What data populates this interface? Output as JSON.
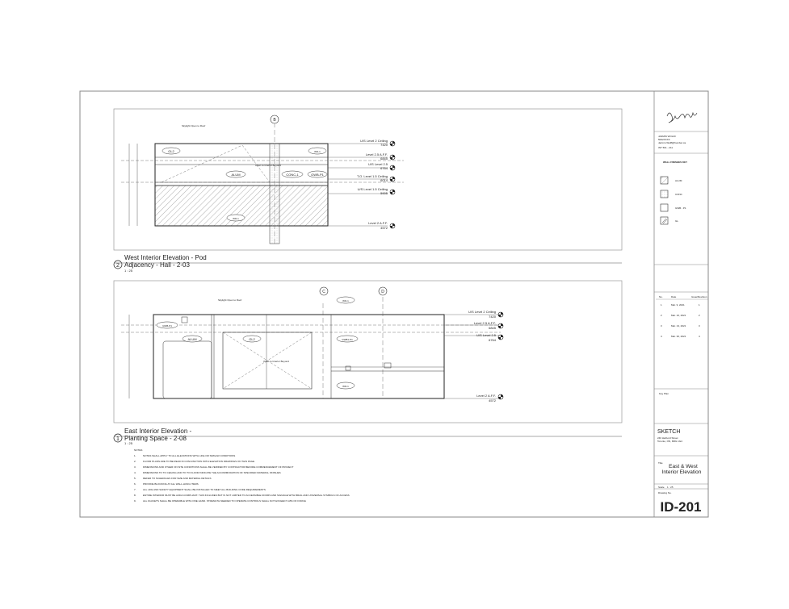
{
  "elevation_2": {
    "number": "2",
    "title_line1": "West Interior Elevation - Pod",
    "title_line2": "Adjacency - Hall - 2-03",
    "scale": "1 : 25",
    "grid_bubble": "B",
    "skylight_note": "Skylight Open to Roof",
    "open_note": "Open to Interior Beyond",
    "tags": [
      "GL2",
      "ALUM",
      "CONC-1",
      "GWB-P1",
      "WD-1",
      "WD-1"
    ],
    "levels": [
      {
        "name": "U/S Level 2 Ceiling",
        "elev": "7420"
      },
      {
        "name": "Level 2.5 A.F.F.",
        "elev": "6845"
      },
      {
        "name": "U/S Level 2.5",
        "elev": "6764"
      },
      {
        "name": "T.O. Level 1.5 Ceiling",
        "elev": "6014"
      },
      {
        "name": "U/S Level 1.5 Ceiling",
        "elev": "5905"
      },
      {
        "name": "Level 2 A.F.F.",
        "elev": "4572"
      }
    ]
  },
  "elevation_1": {
    "number": "1",
    "title_line1": "East Interior Elevation -",
    "title_line2": "Planting Space - 2-08",
    "scale": "1 : 25",
    "grid_bubbles": [
      "C",
      "D"
    ],
    "skylight_note": "Skylight Open to Roof",
    "open_note": "Open to Interior Beyond",
    "tags": [
      "GWB-P1",
      "ALUM",
      "GL2",
      "GWB1-P1",
      "WD-1",
      "WD-1"
    ],
    "levels": [
      {
        "name": "U/S Level 2 Ceiling",
        "elev": "7420"
      },
      {
        "name": "Level 2.5 A.F.F.",
        "elev": "6845"
      },
      {
        "name": "U/S Level 2.5",
        "elev": "6764"
      },
      {
        "name": "Level 2 A.F.F.",
        "elev": "4572"
      }
    ]
  },
  "notes": {
    "heading": "NOTES",
    "items": [
      "NOTES SHALL APPLY TO ALL ELEVATIONS WITH LIKE OR SIMILAR CONDITIONS",
      "FLOOR PLANS ARE TO BE READ IN CONJUNCTION WITH ELEVATION DRAWINGS ON THIS PAGE",
      "DIMENSIONS AND OTHER ON SITE CONDITIONS SHALL BE VERIFIED BY CONTRACTOR BEFORE COMMENCEMENT OF PROJECT",
      "DIMENSIONS TO TO CEILING AND TO TO FLOOR INDICATE THE ACCOMMODATION OF SPECIFIED MATERIAL FINISHES",
      "REFER TO SCHEDULES FOR SIZE AND MATERIAL DETAILS",
      "PROVIDE BLOCKING AT ALL WALL-HUNG ITEMS",
      "ALL LIFE AND SAFETY EQUIPMENT SHALL BE INSTALLED TO MEET ALL BUILDING CODE REQUIREMENTS",
      "ENTIRE INTERIOR MUST BE AODA COMPLIANT. THIS INCLUDES BUT IS NOT LIMITED TO ACCESSIBLE DOORS AND SIGNAGE WITH BRAIL AND UNIVERSAL SYMBOLS OF ACCESS",
      "ALL FAUCETS SHALL BE OPERABLE WITH ONE HAND. STRENGTH NEEDED TO OPERATE CONTROLS SHALL NOT EXCEED 5 LBS OF FORCE"
    ]
  },
  "titleblock": {
    "designer_lines": [
      "JAZMIN WOLFF",
      "5002XXXX",
      "Jazmin.Wolff@humber.ca",
      "INT 501 - 211"
    ],
    "legend_title": "WALL FINISHES KEY",
    "legend": [
      {
        "label": "ALUM"
      },
      {
        "label": "CONC"
      },
      {
        "label": "GWB - P1"
      },
      {
        "label": "GL"
      }
    ],
    "revisions_header": [
      "No.",
      "Date",
      "Issue/Revision"
    ],
    "revisions": [
      {
        "no": "1",
        "date": "Mar. 9, 2021",
        "issue": "1"
      },
      {
        "no": "2",
        "date": "Mar. 16, 2021",
        "issue": "2"
      },
      {
        "no": "3",
        "date": "Mar. 13, 2021",
        "issue": "3"
      },
      {
        "no": "4",
        "date": "Mar. 30, 2021",
        "issue": "4"
      }
    ],
    "key_plan_label": "Key Plan",
    "project_name": "SKETCH",
    "address_line1": "240 Harbord Street",
    "address_line2": "Toronto, ON, M6G 1G4",
    "title_label": "Title",
    "sheet_title_line1": "East & West",
    "sheet_title_line2": "Interior Elevation",
    "scale_label": "Scale",
    "scale_value": "1 : 25",
    "drawing_no_label": "Drawing No.",
    "drawing_no": "ID-201"
  }
}
